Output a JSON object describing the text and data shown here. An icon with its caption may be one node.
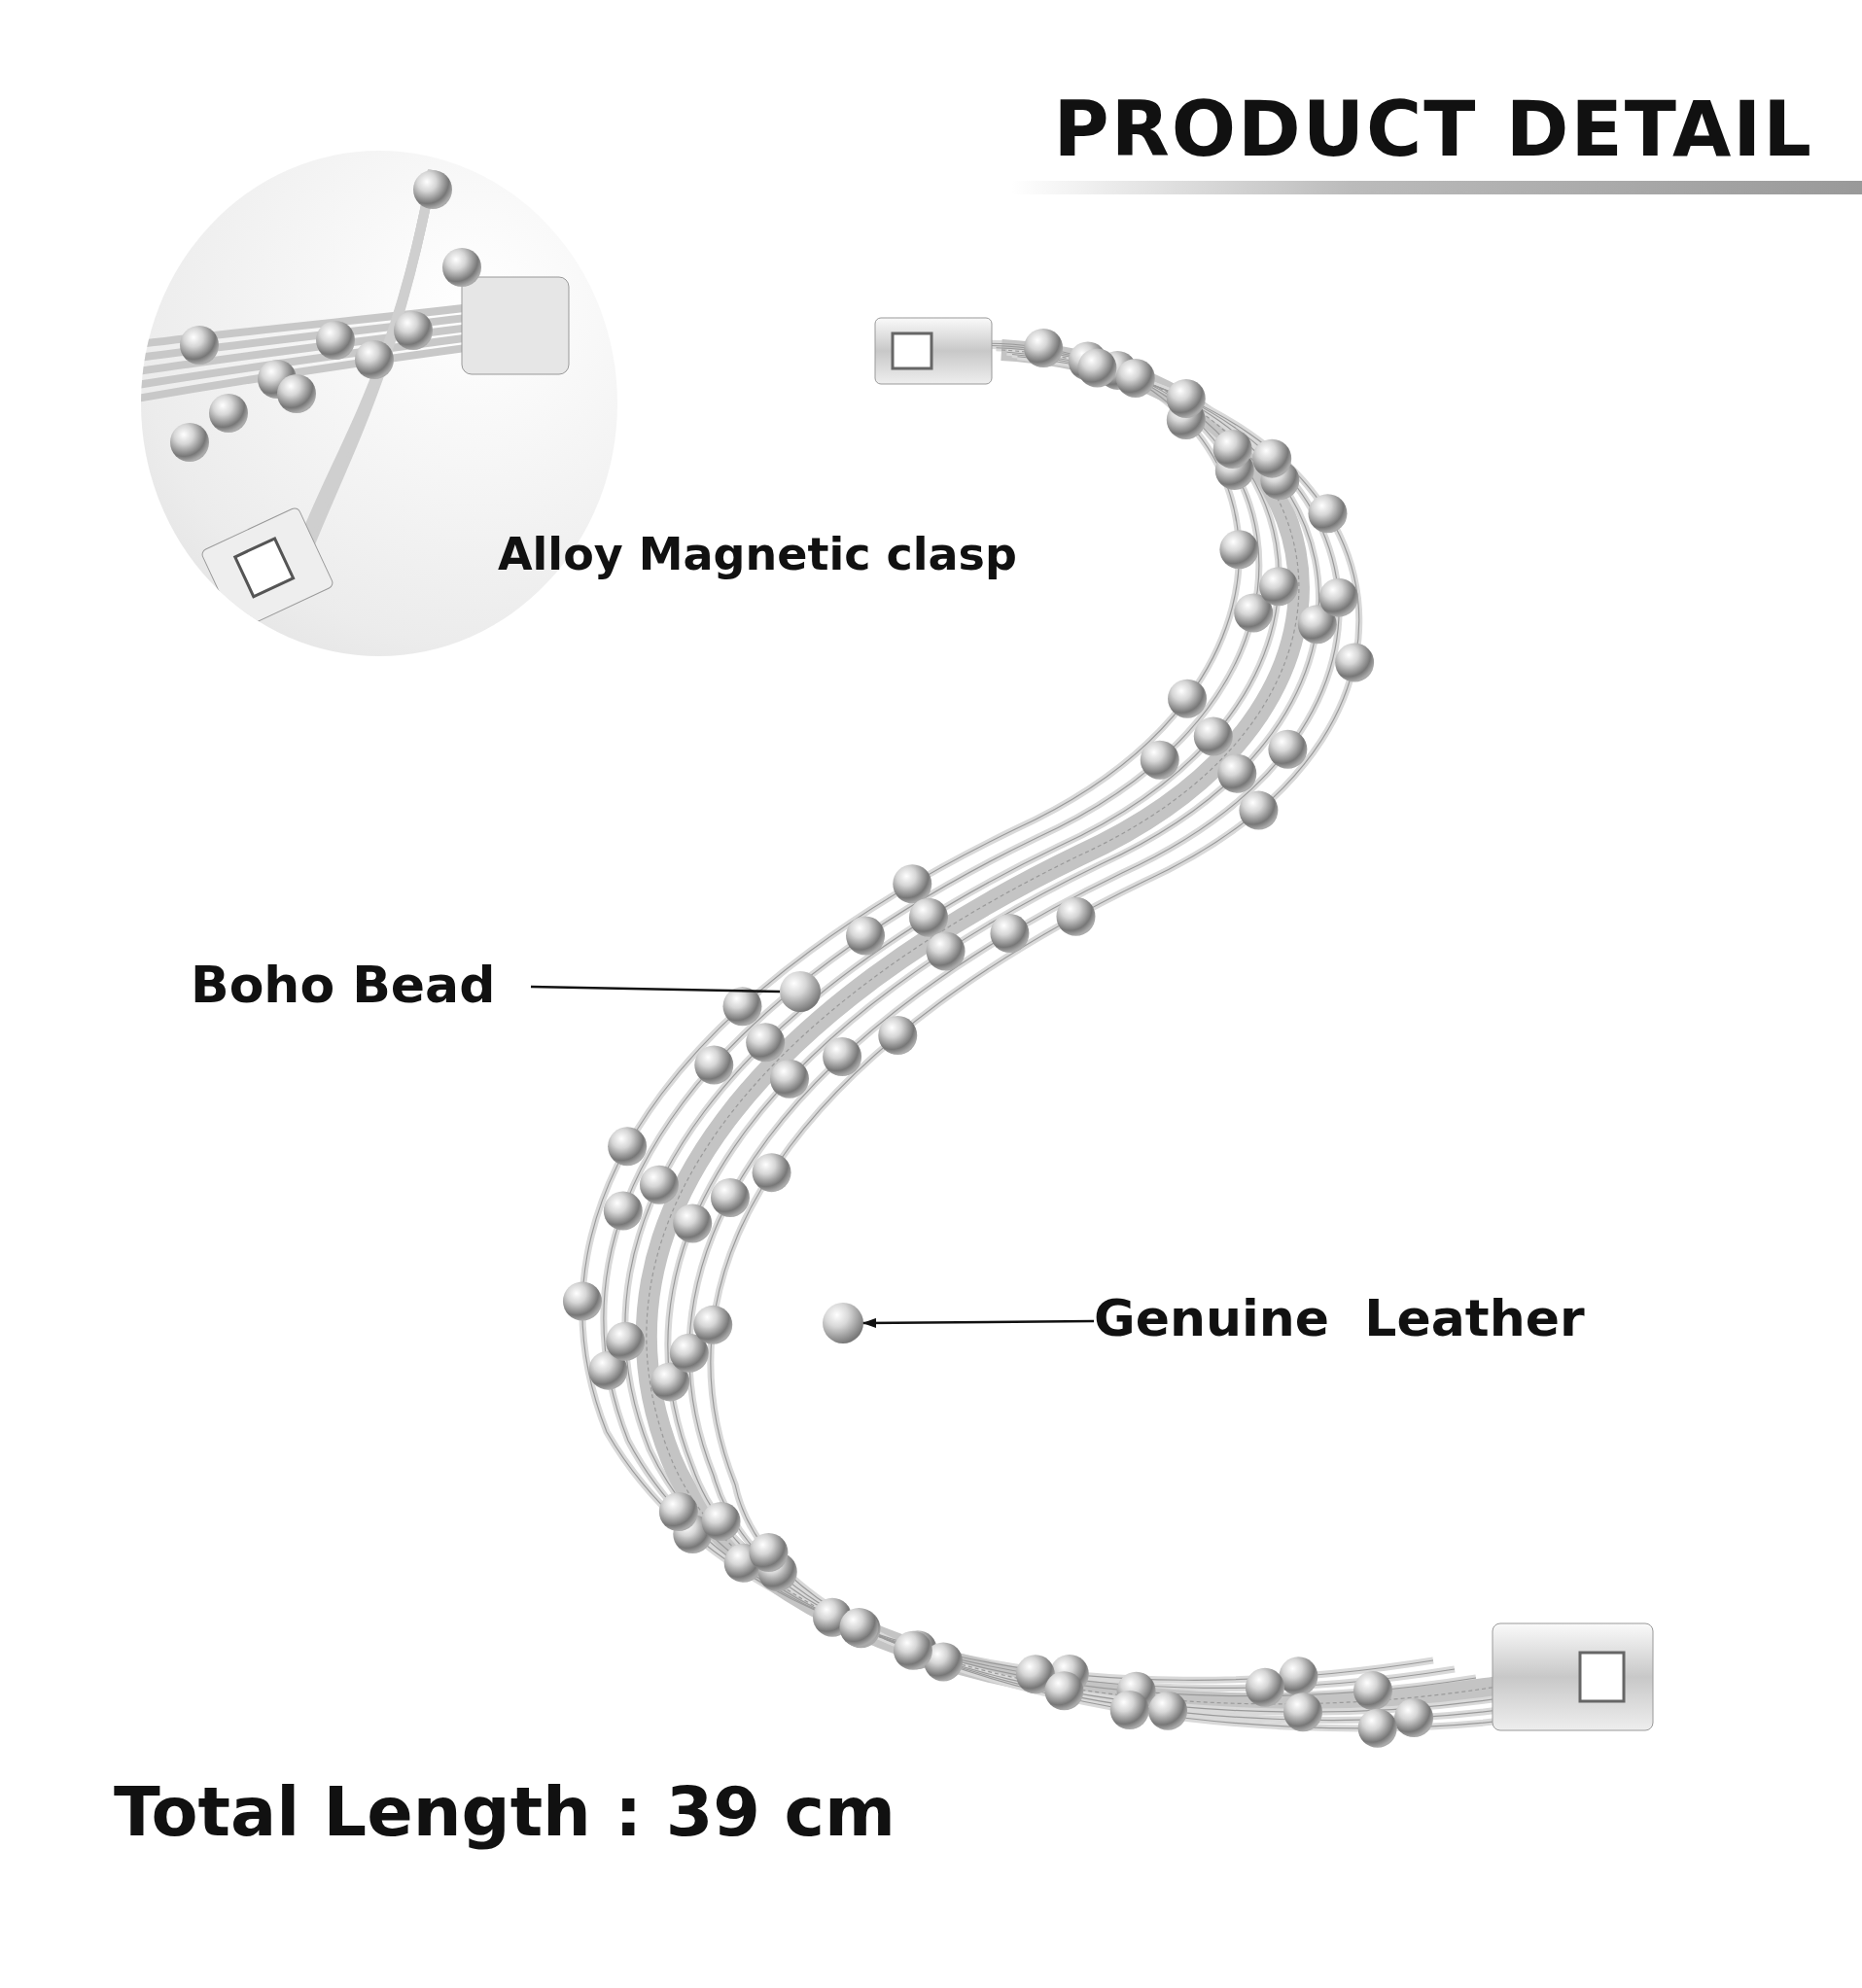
{
  "diagram": {
    "title": "PRODUCT DETAIL",
    "nodes": [
      {
        "text": [
          "Boho Bead"
        ]
      },
      {
        "text": [],
        "shape": "circle"
      },
      {
        "text": [
          "Genuine  Leather"
        ]
      },
      {
        "text": [],
        "shape": "circle"
      }
    ],
    "edges": [
      {
        "from": 0,
        "to": 1,
        "arrow": "none"
      },
      {
        "from": 2,
        "to": 3,
        "arrow": "to"
      }
    ],
    "labels": [
      "Alloy Magnetic clasp",
      "Total Length : 39 cm"
    ]
  }
}
